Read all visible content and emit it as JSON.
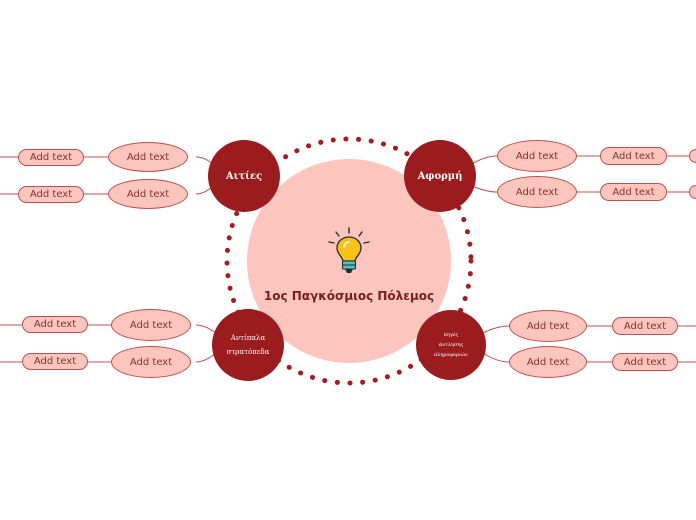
{
  "central_topic": {
    "title": "1ος Παγκόσμιος Πόλεμος",
    "icon": "lightbulb-icon"
  },
  "topics": {
    "causes": {
      "label": "Αιτίες",
      "subtopics": [
        {
          "label": "Add text",
          "child": "Add text"
        },
        {
          "label": "Add text",
          "child": "Add text"
        }
      ]
    },
    "trigger": {
      "label": "Αφορμή",
      "subtopics": [
        {
          "label": "Add text",
          "child": "Add text"
        },
        {
          "label": "Add text",
          "child": "Add text"
        }
      ]
    },
    "opposing_camps": {
      "label_line1": "Αντίπαλα",
      "label_line2": "στρατόπεδα",
      "subtopics": [
        {
          "label": "Add text",
          "child": "Add text"
        },
        {
          "label": "Add text",
          "child": "Add text"
        }
      ]
    },
    "sources": {
      "label_line1": "πηγές",
      "label_line2": "άντλησης",
      "label_line3": "πληροφοριών",
      "subtopics": [
        {
          "label": "Add text",
          "child": "Add text"
        },
        {
          "label": "Add text",
          "child": "Add text"
        }
      ]
    }
  },
  "colors": {
    "topic_fill": "#9b1c1f",
    "center_fill": "#fcc5bd",
    "node_fill": "#fcc5bd",
    "line": "#c0504d",
    "dotted_ring": "#a31c1f"
  }
}
